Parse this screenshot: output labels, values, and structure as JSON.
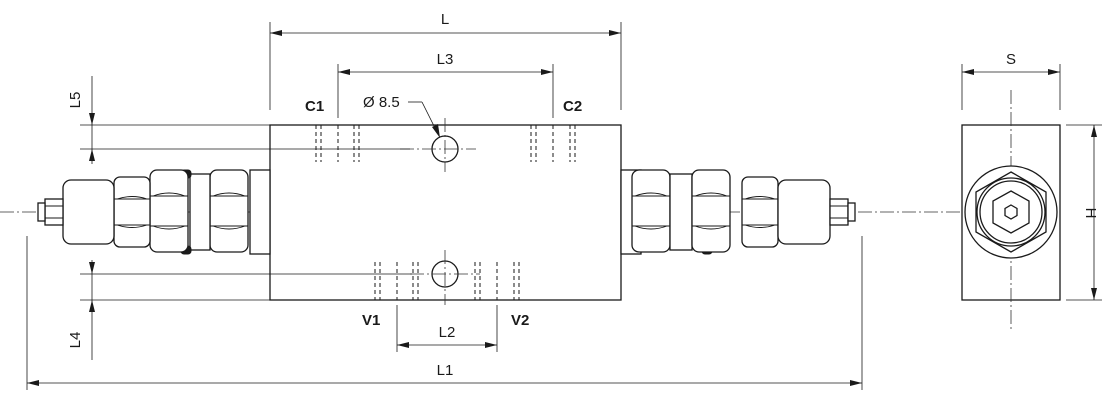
{
  "dimensions": {
    "L": "L",
    "L1": "L1",
    "L2": "L2",
    "L3": "L3",
    "L4": "L4",
    "L5": "L5",
    "S": "S",
    "H": "H",
    "hole": "Ø 8.5"
  },
  "ports": {
    "c1": "C1",
    "c2": "C2",
    "v1": "V1",
    "v2": "V2"
  }
}
